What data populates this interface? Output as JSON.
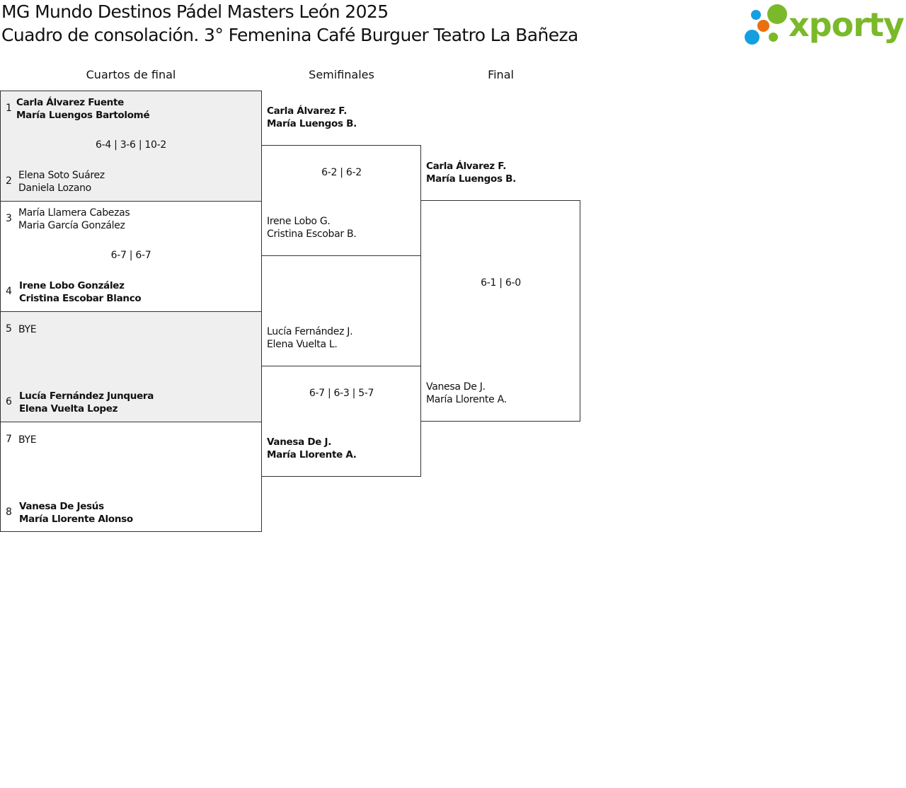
{
  "header": {
    "title": "MG Mundo Destinos Pádel Masters León 2025",
    "subtitle": "Cuadro de consolación. 3° Femenina Café Burguer Teatro La Bañeza",
    "logo_text": "xporty"
  },
  "rounds": [
    "Cuartos de final",
    "Semifinales",
    "Final"
  ],
  "quarterfinals": [
    {
      "top": {
        "seed": "1",
        "p1": "Carla Álvarez Fuente",
        "p2": "María Luengos Bartolomé"
      },
      "score": "6-4 | 3-6 | 10-2",
      "bottom": {
        "seed": "2",
        "p1": "Elena Soto Suárez",
        "p2": "Daniela Lozano"
      }
    },
    {
      "top": {
        "seed": "3",
        "p1": "María Llamera Cabezas",
        "p2": "Maria García González"
      },
      "score": "6-7 | 6-7",
      "bottom": {
        "seed": "4",
        "p1": "Irene Lobo González",
        "p2": "Cristina Escobar Blanco"
      }
    },
    {
      "top": {
        "seed": "5",
        "p1": "BYE"
      },
      "bottom": {
        "seed": "6",
        "p1": "Lucía Fernández Junquera",
        "p2": "Elena Vuelta Lopez"
      }
    },
    {
      "top": {
        "seed": "7",
        "p1": "BYE"
      },
      "bottom": {
        "seed": "8",
        "p1": "Vanesa De Jesús",
        "p2": "María Llorente Alonso"
      }
    }
  ],
  "semifinals": [
    {
      "top": {
        "p1": "Carla Álvarez F.",
        "p2": "María Luengos B."
      },
      "score": "6-2 | 6-2",
      "bottom": {
        "p1": "Irene Lobo G.",
        "p2": "Cristina Escobar B."
      }
    },
    {
      "top": {
        "p1": "Lucía Fernández J.",
        "p2": "Elena Vuelta L."
      },
      "score": "6-7 | 6-3 | 5-7",
      "bottom": {
        "p1": "Vanesa De J.",
        "p2": "María Llorente A."
      }
    }
  ],
  "final": {
    "top": {
      "p1": "Carla Álvarez F.",
      "p2": "María Luengos B."
    },
    "score": "6-1 | 6-0",
    "bottom": {
      "p1": "Vanesa De J.",
      "p2": "María Llorente A."
    }
  }
}
